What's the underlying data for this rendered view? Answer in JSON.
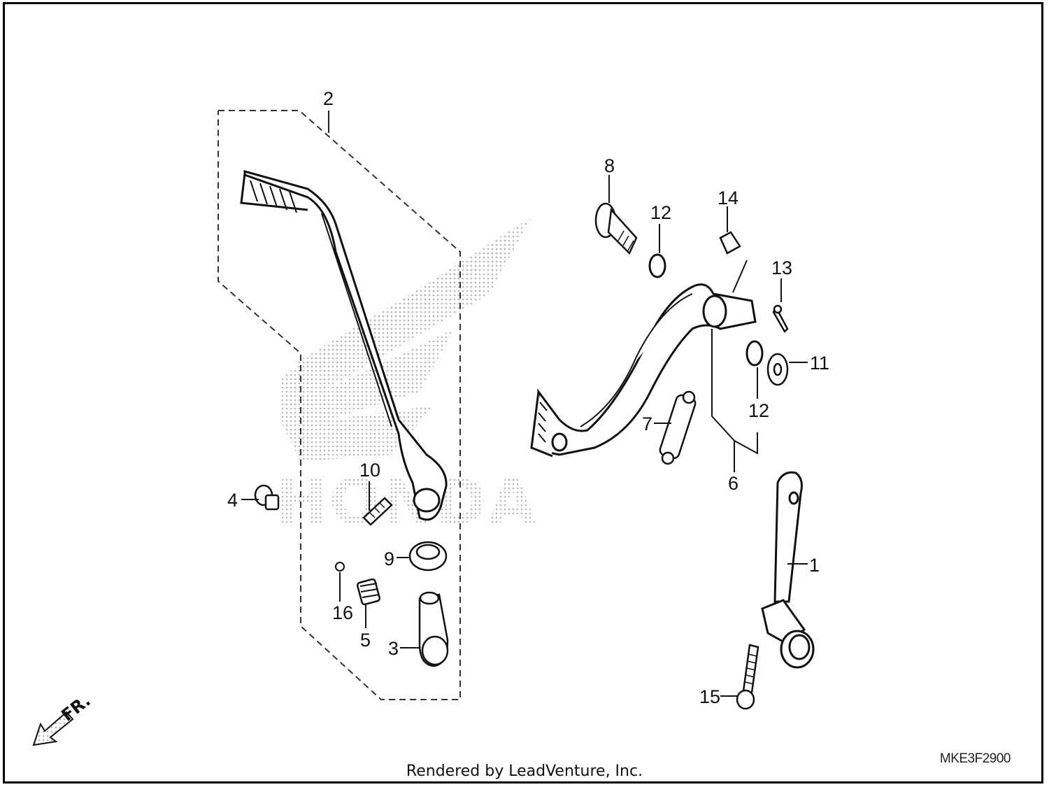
{
  "diagram": {
    "callouts": [
      {
        "id": "c1",
        "text": "1"
      },
      {
        "id": "c2",
        "text": "2"
      },
      {
        "id": "c3",
        "text": "3"
      },
      {
        "id": "c4",
        "text": "4"
      },
      {
        "id": "c5",
        "text": "5"
      },
      {
        "id": "c6",
        "text": "6"
      },
      {
        "id": "c7",
        "text": "7"
      },
      {
        "id": "c8",
        "text": "8"
      },
      {
        "id": "c9",
        "text": "9"
      },
      {
        "id": "c10",
        "text": "10"
      },
      {
        "id": "c11",
        "text": "11"
      },
      {
        "id": "c12a",
        "text": "12"
      },
      {
        "id": "c12b",
        "text": "12"
      },
      {
        "id": "c13",
        "text": "13"
      },
      {
        "id": "c14",
        "text": "14"
      },
      {
        "id": "c15",
        "text": "15"
      },
      {
        "id": "c16",
        "text": "16"
      }
    ],
    "front_arrow_label": "FR.",
    "watermark_text": "HONDA",
    "diagram_code": "MKE3F2900",
    "footer": "Rendered by LeadVenture, Inc."
  }
}
